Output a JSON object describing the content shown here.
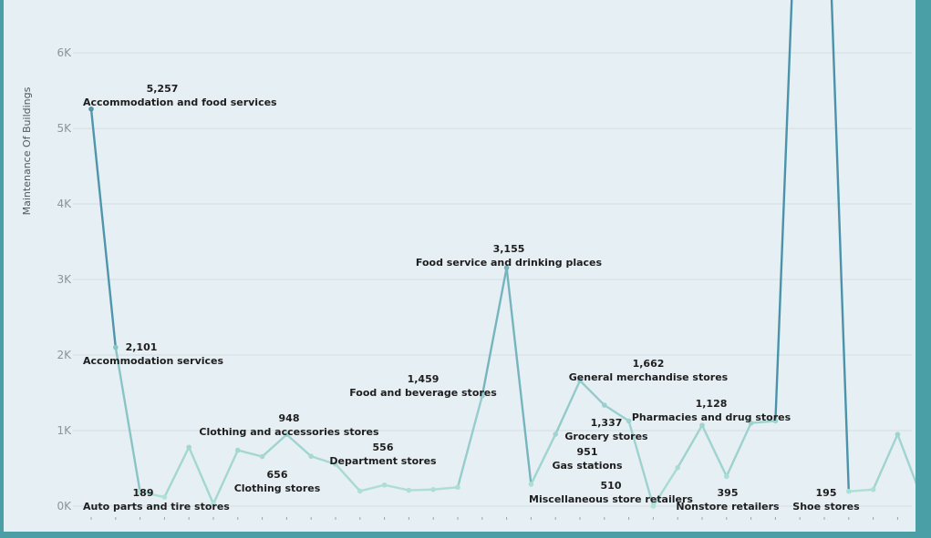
{
  "chart_data": {
    "type": "line",
    "ylabel": "Maintenance Of Buildings",
    "ylim": [
      0,
      6700
    ],
    "yticks": [
      {
        "value": 0,
        "label": "0K"
      },
      {
        "value": 1000,
        "label": "1K"
      },
      {
        "value": 2000,
        "label": "2K"
      },
      {
        "value": 3000,
        "label": "3K"
      },
      {
        "value": 4000,
        "label": "4K"
      },
      {
        "value": 5000,
        "label": "5K"
      },
      {
        "value": 6000,
        "label": "6K"
      }
    ],
    "grid": true,
    "values": [
      5257,
      2101,
      189,
      120,
      780,
      30,
      740,
      656,
      948,
      660,
      556,
      200,
      280,
      210,
      220,
      250,
      1459,
      3155,
      290,
      951,
      1662,
      1337,
      1128,
      0,
      510,
      1070,
      395,
      1100,
      1128,
      9500,
      9500,
      195,
      220,
      950,
      100
    ],
    "labels": [
      {
        "index": 0,
        "value": "5,257",
        "name": "Accommodation and food services"
      },
      {
        "index": 1,
        "value": "2,101",
        "name": "Accommodation services"
      },
      {
        "index": 2,
        "value": "189",
        "name": "Auto parts and tire stores"
      },
      {
        "index": 7,
        "value": "656",
        "name": "Clothing stores"
      },
      {
        "index": 8,
        "value": "948",
        "name": "Clothing and accessories stores"
      },
      {
        "index": 10,
        "value": "556",
        "name": "Department stores"
      },
      {
        "index": 16,
        "value": "1,459",
        "name": "Food and beverage stores"
      },
      {
        "index": 17,
        "value": "3,155",
        "name": "Food service and drinking places"
      },
      {
        "index": 19,
        "value": "951",
        "name": "Gas stations"
      },
      {
        "index": 20,
        "value": "1,662",
        "name": "General merchandise stores"
      },
      {
        "index": 21,
        "value": "1,337",
        "name": "Grocery stores"
      },
      {
        "index": 24,
        "value": "510",
        "name": "Miscellaneous store retailers"
      },
      {
        "index": 26,
        "value": "395",
        "name": "Nonstore retailers"
      },
      {
        "index": 28,
        "value": "1,128",
        "name": "Pharmacies and drug stores"
      },
      {
        "index": 31,
        "value": "195",
        "name": "Shoe stores"
      }
    ]
  }
}
